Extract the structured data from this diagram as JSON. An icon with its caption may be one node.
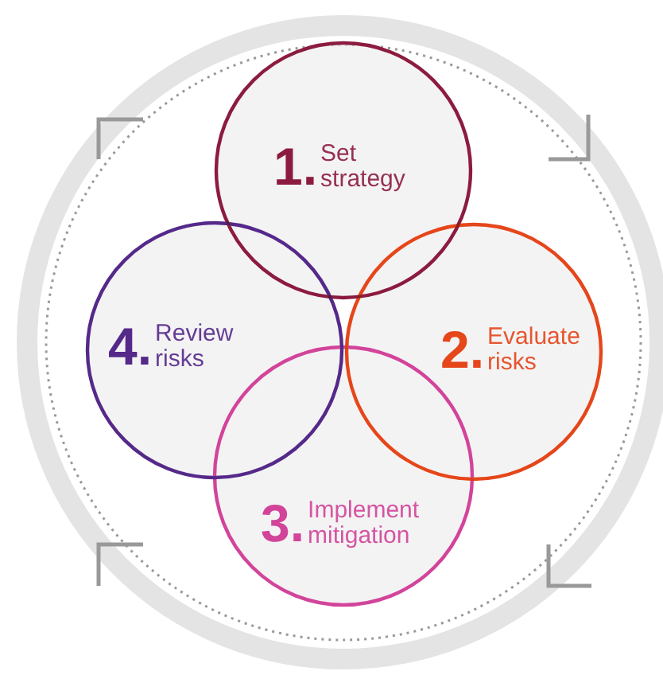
{
  "diagram": {
    "nodes": [
      {
        "text": [
          "1.",
          "Set strategy"
        ]
      },
      {
        "text": [
          "2.",
          "Evaluate risks"
        ]
      },
      {
        "text": [
          "3.",
          "Implement mitigation"
        ]
      },
      {
        "text": [
          "4.",
          "Review risks"
        ]
      }
    ]
  }
}
